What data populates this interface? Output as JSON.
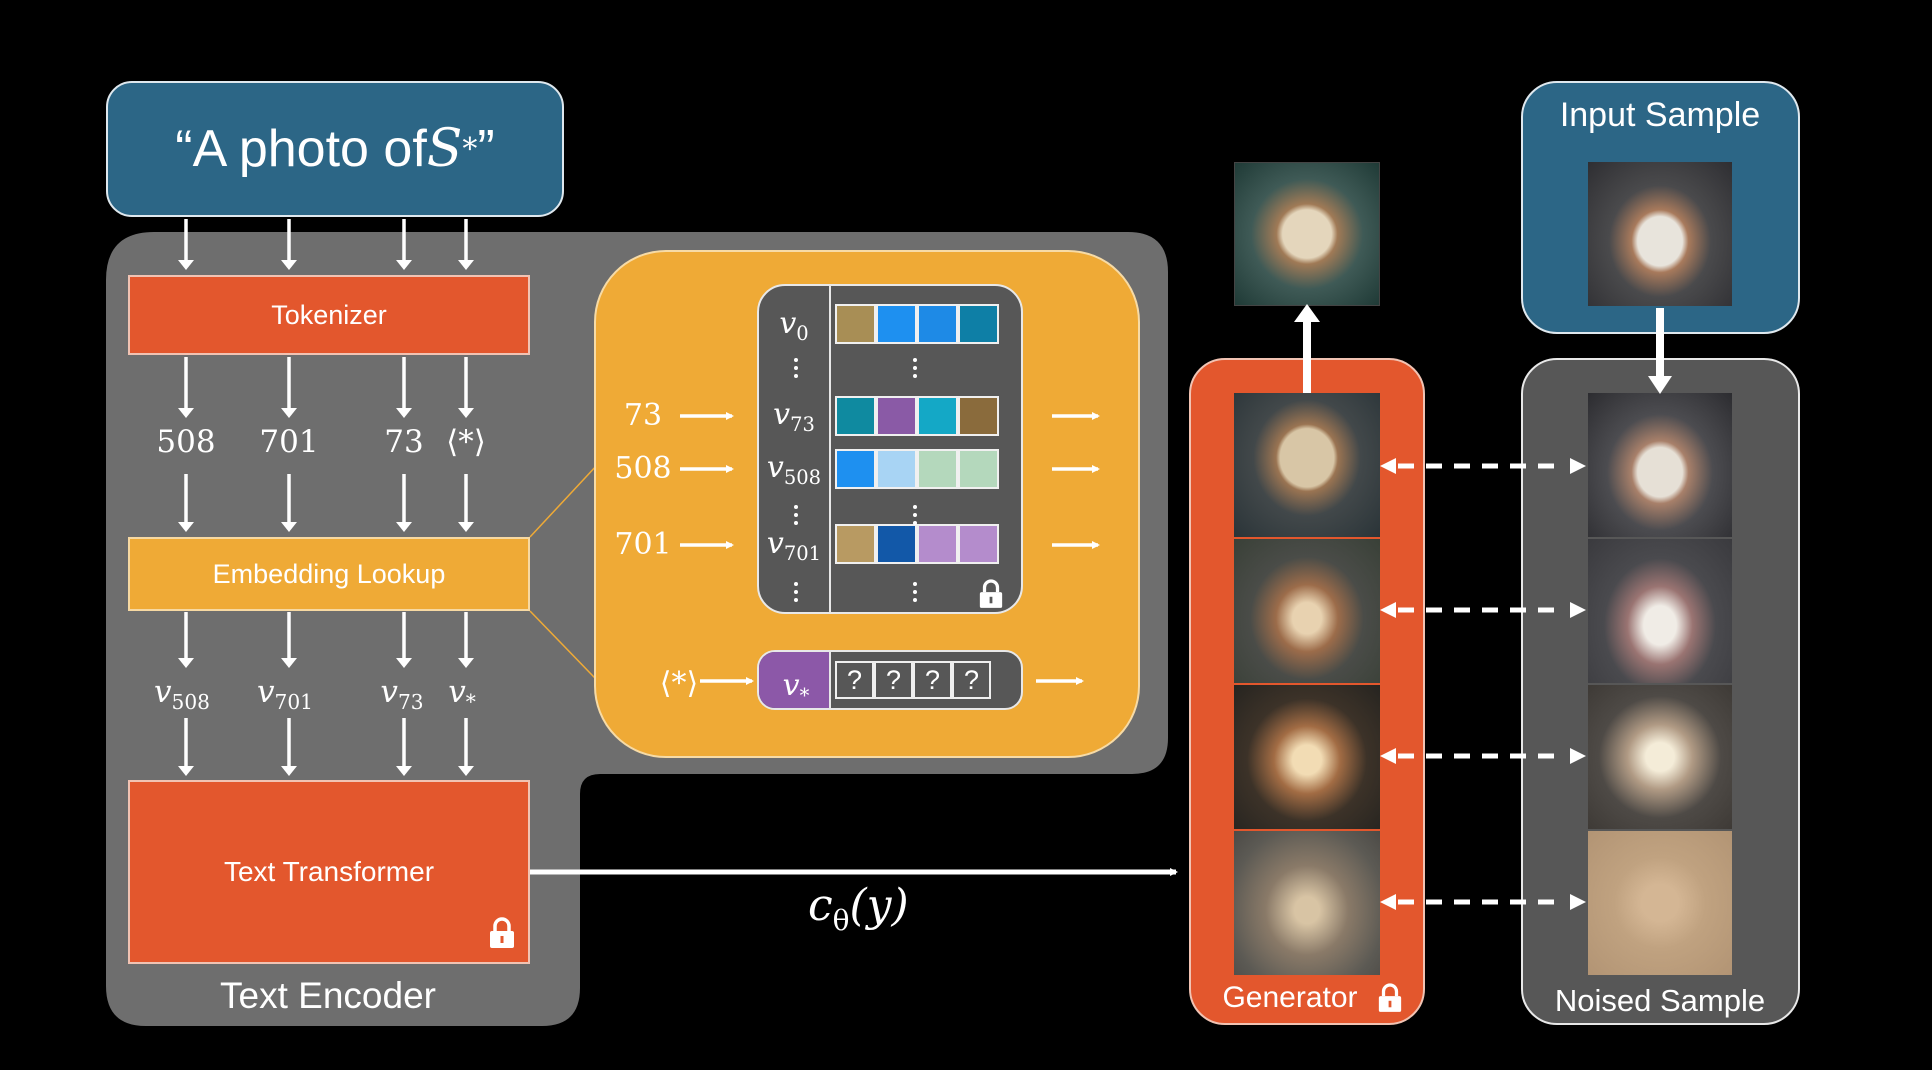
{
  "prompt": {
    "open": "“A photo of ",
    "subject": "S",
    "subject_sub": "*",
    "close": "”"
  },
  "text_encoder": {
    "title": "Text Encoder",
    "tokenizer": "Tokenizer",
    "embedding_lookup": "Embedding Lookup",
    "text_transformer": "Text Transformer",
    "token_ids": [
      "508",
      "701",
      "73",
      "⟨*⟩"
    ],
    "vectors": [
      {
        "base": "v",
        "sub": "508"
      },
      {
        "base": "v",
        "sub": "701"
      },
      {
        "base": "v",
        "sub": "73"
      },
      {
        "base": "v",
        "sub": "*"
      }
    ]
  },
  "embedding_table": {
    "rows": [
      {
        "input": "",
        "base": "v",
        "sub": "0",
        "colors": [
          "#a88e55",
          "#1e90f0",
          "#1e8ae6",
          "#0e7fa6"
        ]
      },
      {
        "input": "73",
        "base": "v",
        "sub": "73",
        "colors": [
          "#0f8aa0",
          "#8a5aa6",
          "#14a8c6",
          "#8a6b3c"
        ]
      },
      {
        "input": "508",
        "base": "v",
        "sub": "508",
        "colors": [
          "#1e90f0",
          "#a8d4f4",
          "#b4d8bc",
          "#b4d8bc"
        ]
      },
      {
        "input": "701",
        "base": "v",
        "sub": "701",
        "colors": [
          "#b89a62",
          "#1258a8",
          "#b48ccc",
          "#b48ccc"
        ]
      }
    ],
    "new_token": {
      "input": "⟨*⟩",
      "base": "v",
      "sub": "*",
      "cells": [
        "?",
        "?",
        "?",
        "?"
      ]
    }
  },
  "conditioning": {
    "label": "c",
    "label_sub": "θ",
    "label_arg": "(y)"
  },
  "generator": {
    "title": "Generator"
  },
  "input_sample": {
    "title": "Input Sample"
  },
  "noised_sample": {
    "title": "Noised Sample"
  },
  "icons": [
    "lock-icon",
    "clock-image"
  ]
}
